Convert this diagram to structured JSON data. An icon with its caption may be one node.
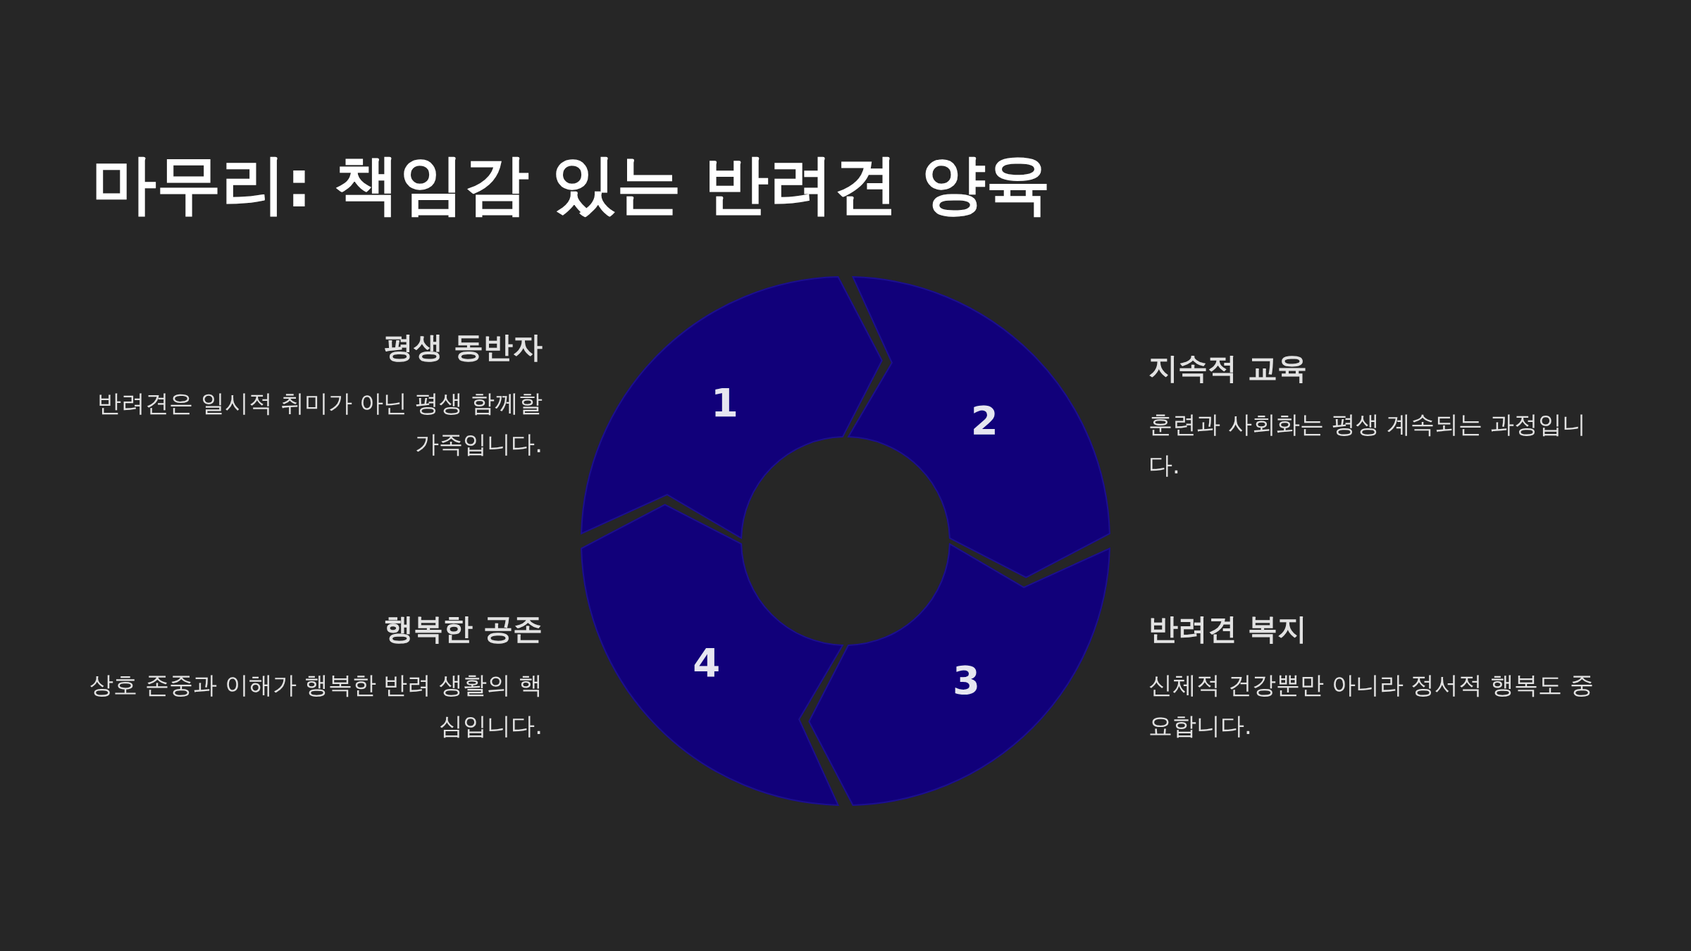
{
  "diagram": {
    "title": "마무리: 책임감 있는 반려견 양육",
    "nodes": [
      {
        "text": [
          "1"
        ],
        "beside": [
          "평생 동반자",
          "반려견은 일시적 취미가 아닌 평생 함께할 가족입니다."
        ]
      },
      {
        "text": [
          "2"
        ],
        "beside": [
          "지속적 교육",
          "훈련과 사회화는 평생 계속되는 과정입니다."
        ]
      },
      {
        "text": [
          "3"
        ],
        "beside": [
          "반려견 복지",
          "신체적 건강뿐만 아니라 정서적 행복도 중요합니다."
        ]
      },
      {
        "text": [
          "4"
        ],
        "beside": [
          "행복한 공존",
          "상호 존중과 이해가 행복한 반려 생활의 핵심입니다."
        ]
      }
    ]
  }
}
